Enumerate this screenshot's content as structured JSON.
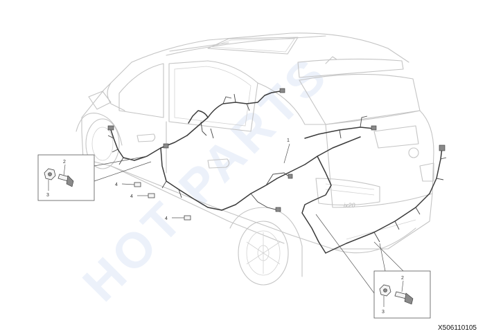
{
  "watermark": "HOT PARTS",
  "reference_code": "X506110105",
  "car_badge": "ix20",
  "callouts": {
    "harness": "1",
    "bolt": "2",
    "clip": "3",
    "connector": "4"
  }
}
